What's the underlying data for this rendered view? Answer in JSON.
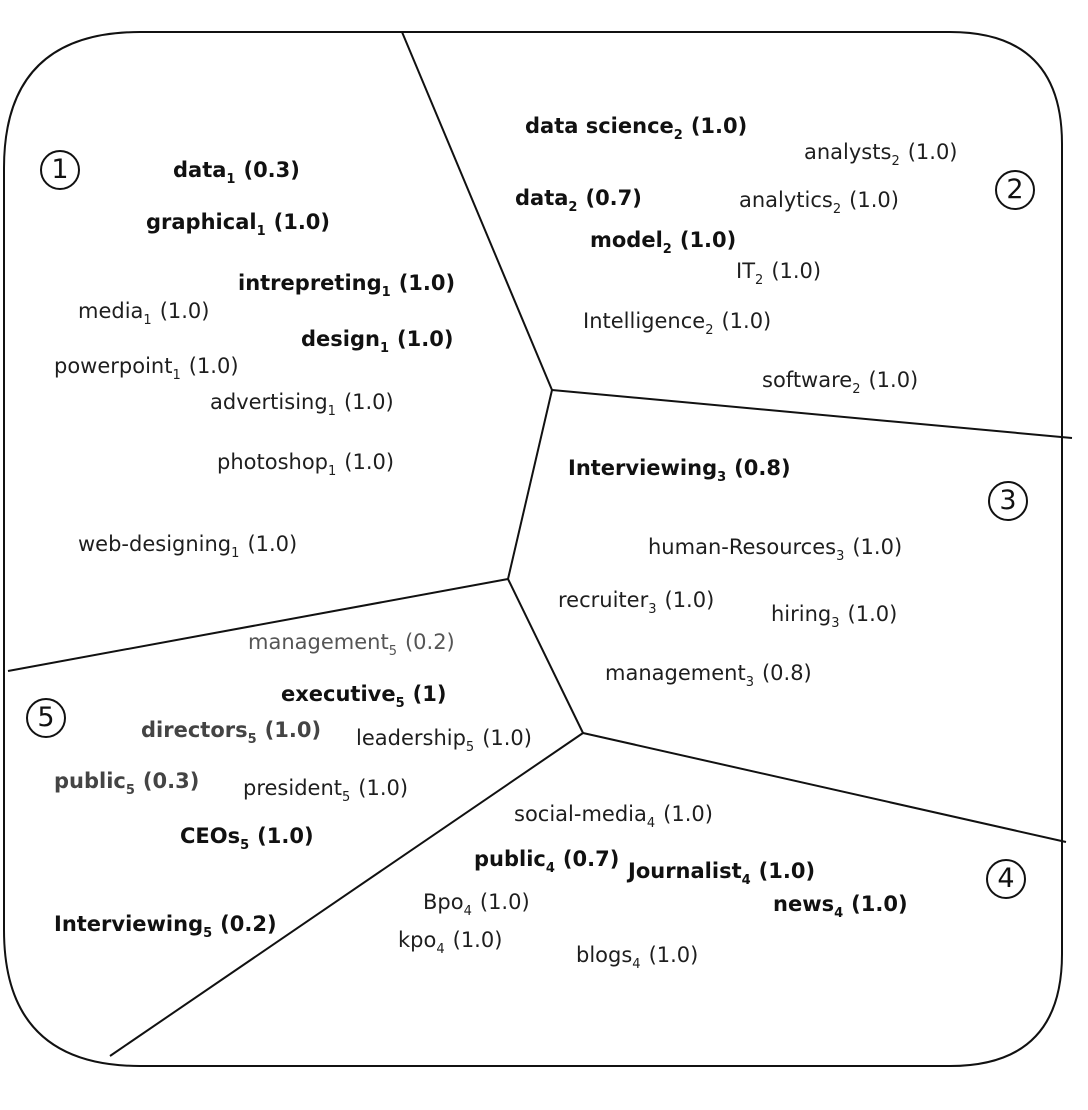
{
  "clusters": [
    {
      "number": "1"
    },
    {
      "number": "2"
    },
    {
      "number": "3"
    },
    {
      "number": "4"
    },
    {
      "number": "5"
    }
  ],
  "terms": [
    {
      "word": "data",
      "sub": "1",
      "score": "(0.3)",
      "style": "bold"
    },
    {
      "word": "graphical",
      "sub": "1",
      "score": "(1.0)",
      "style": "bold"
    },
    {
      "word": "intrepreting",
      "sub": "1",
      "score": "(1.0)",
      "style": "bold"
    },
    {
      "word": "media",
      "sub": "1",
      "score": "(1.0)",
      "style": "normal"
    },
    {
      "word": "design",
      "sub": "1",
      "score": "(1.0)",
      "style": "bold"
    },
    {
      "word": "powerpoint",
      "sub": "1",
      "score": "(1.0)",
      "style": "normal"
    },
    {
      "word": "advertising",
      "sub": "1",
      "score": "(1.0)",
      "style": "normal"
    },
    {
      "word": "photoshop",
      "sub": "1",
      "score": "(1.0)",
      "style": "normal"
    },
    {
      "word": "web-designing",
      "sub": "1",
      "score": "(1.0)",
      "style": "normal"
    },
    {
      "word": "data science",
      "sub": "2",
      "score": "(1.0)",
      "style": "bold"
    },
    {
      "word": "analysts",
      "sub": "2",
      "score": "(1.0)",
      "style": "normal"
    },
    {
      "word": "data",
      "sub": "2",
      "score": "(0.7)",
      "style": "bold"
    },
    {
      "word": "analytics",
      "sub": "2",
      "score": "(1.0)",
      "style": "normal"
    },
    {
      "word": "model",
      "sub": "2",
      "score": "(1.0)",
      "style": "bold"
    },
    {
      "word": "IT",
      "sub": "2",
      "score": "(1.0)",
      "style": "normal"
    },
    {
      "word": "Intelligence",
      "sub": "2",
      "score": "(1.0)",
      "style": "normal"
    },
    {
      "word": "software",
      "sub": "2",
      "score": "(1.0)",
      "style": "normal"
    },
    {
      "word": "Interviewing",
      "sub": "3",
      "score": "(0.8)",
      "style": "bold"
    },
    {
      "word": "human-Resources",
      "sub": "3",
      "score": "(1.0)",
      "style": "normal"
    },
    {
      "word": "recruiter",
      "sub": "3",
      "score": "(1.0)",
      "style": "normal"
    },
    {
      "word": "hiring",
      "sub": "3",
      "score": "(1.0)",
      "style": "normal"
    },
    {
      "word": "management",
      "sub": "3",
      "score": "(0.8)",
      "style": "normal"
    },
    {
      "word": "social-media",
      "sub": "4",
      "score": "(1.0)",
      "style": "normal"
    },
    {
      "word": "public",
      "sub": "4",
      "score": "(0.7)",
      "style": "bold"
    },
    {
      "word": "Journalist",
      "sub": "4",
      "score": "(1.0)",
      "style": "bold"
    },
    {
      "word": "news",
      "sub": "4",
      "score": "(1.0)",
      "style": "bold"
    },
    {
      "word": "Bpo",
      "sub": "4",
      "score": "(1.0)",
      "style": "normal"
    },
    {
      "word": "kpo",
      "sub": "4",
      "score": "(1.0)",
      "style": "normal"
    },
    {
      "word": "blogs",
      "sub": "4",
      "score": "(1.0)",
      "style": "normal"
    },
    {
      "word": "management",
      "sub": "5",
      "score": "(0.2)",
      "style": "gray"
    },
    {
      "word": "executive",
      "sub": "5",
      "score": "(1)",
      "style": "bold"
    },
    {
      "word": "directors",
      "sub": "5",
      "score": "(1.0)",
      "style": "graybold"
    },
    {
      "word": "leadership",
      "sub": "5",
      "score": "(1.0)",
      "style": "normal"
    },
    {
      "word": "public",
      "sub": "5",
      "score": "(0.3)",
      "style": "graybold"
    },
    {
      "word": "president",
      "sub": "5",
      "score": "(1.0)",
      "style": "normal"
    },
    {
      "word": "CEOs",
      "sub": "5",
      "score": "(1.0)",
      "style": "bold"
    },
    {
      "word": "Interviewing",
      "sub": "5",
      "score": "(0.2)",
      "style": "bold"
    }
  ]
}
